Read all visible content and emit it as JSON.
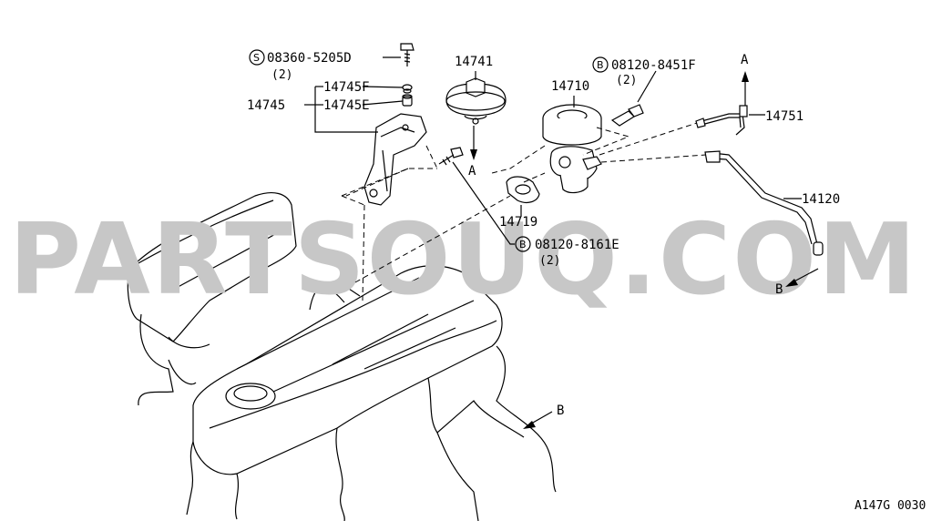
{
  "watermark": "PARTSOUQ.COM",
  "drawing_code": "A147G 0030",
  "callouts": {
    "bolt_s": {
      "symbol": "S",
      "part": "08360-5205D",
      "qty": "(2)"
    },
    "p14745f": "14745F",
    "p14745e": "14745E",
    "p14745": "14745",
    "p14741": "14741",
    "p14710": "14710",
    "bolt_b_top": {
      "symbol": "B",
      "part": "08120-8451F",
      "qty": "(2)"
    },
    "p14751": "14751",
    "p14120": "14120",
    "p14719": "14719",
    "bolt_b_bottom": {
      "symbol": "B",
      "part": "08120-8161E",
      "qty": "(2)"
    }
  },
  "arrow_refs": {
    "a_top": "A",
    "a_mid": "A",
    "b_right": "B",
    "b_bottom": "B"
  }
}
